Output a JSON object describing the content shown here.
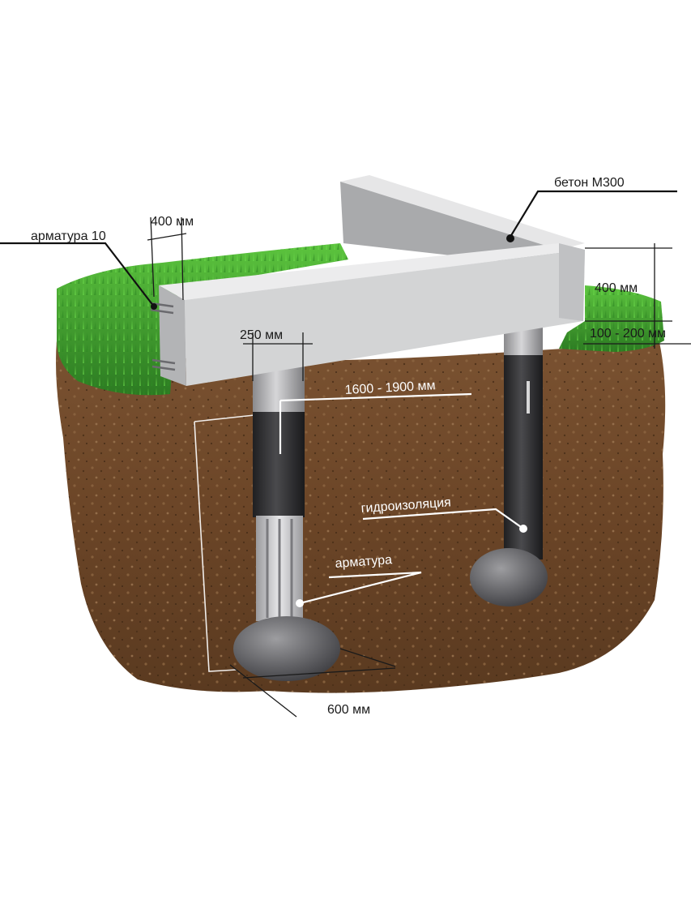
{
  "labels": {
    "concrete": "бетон М300",
    "rebar10": "арматура 10",
    "beam_width": "400 мм",
    "beam_height": "400 мм",
    "gap": "100 - 200 мм",
    "pile_diameter": "250 мм",
    "pile_depth": "1600 - 1900 мм",
    "waterproofing": "гидроизоляция",
    "rebar": "арматура",
    "base_diameter": "600 мм"
  },
  "colors": {
    "soil": "#6b4527",
    "grass": "#3f9a2c",
    "concrete": "#cfd0d0",
    "pile_dark": "#2d2d2f"
  }
}
